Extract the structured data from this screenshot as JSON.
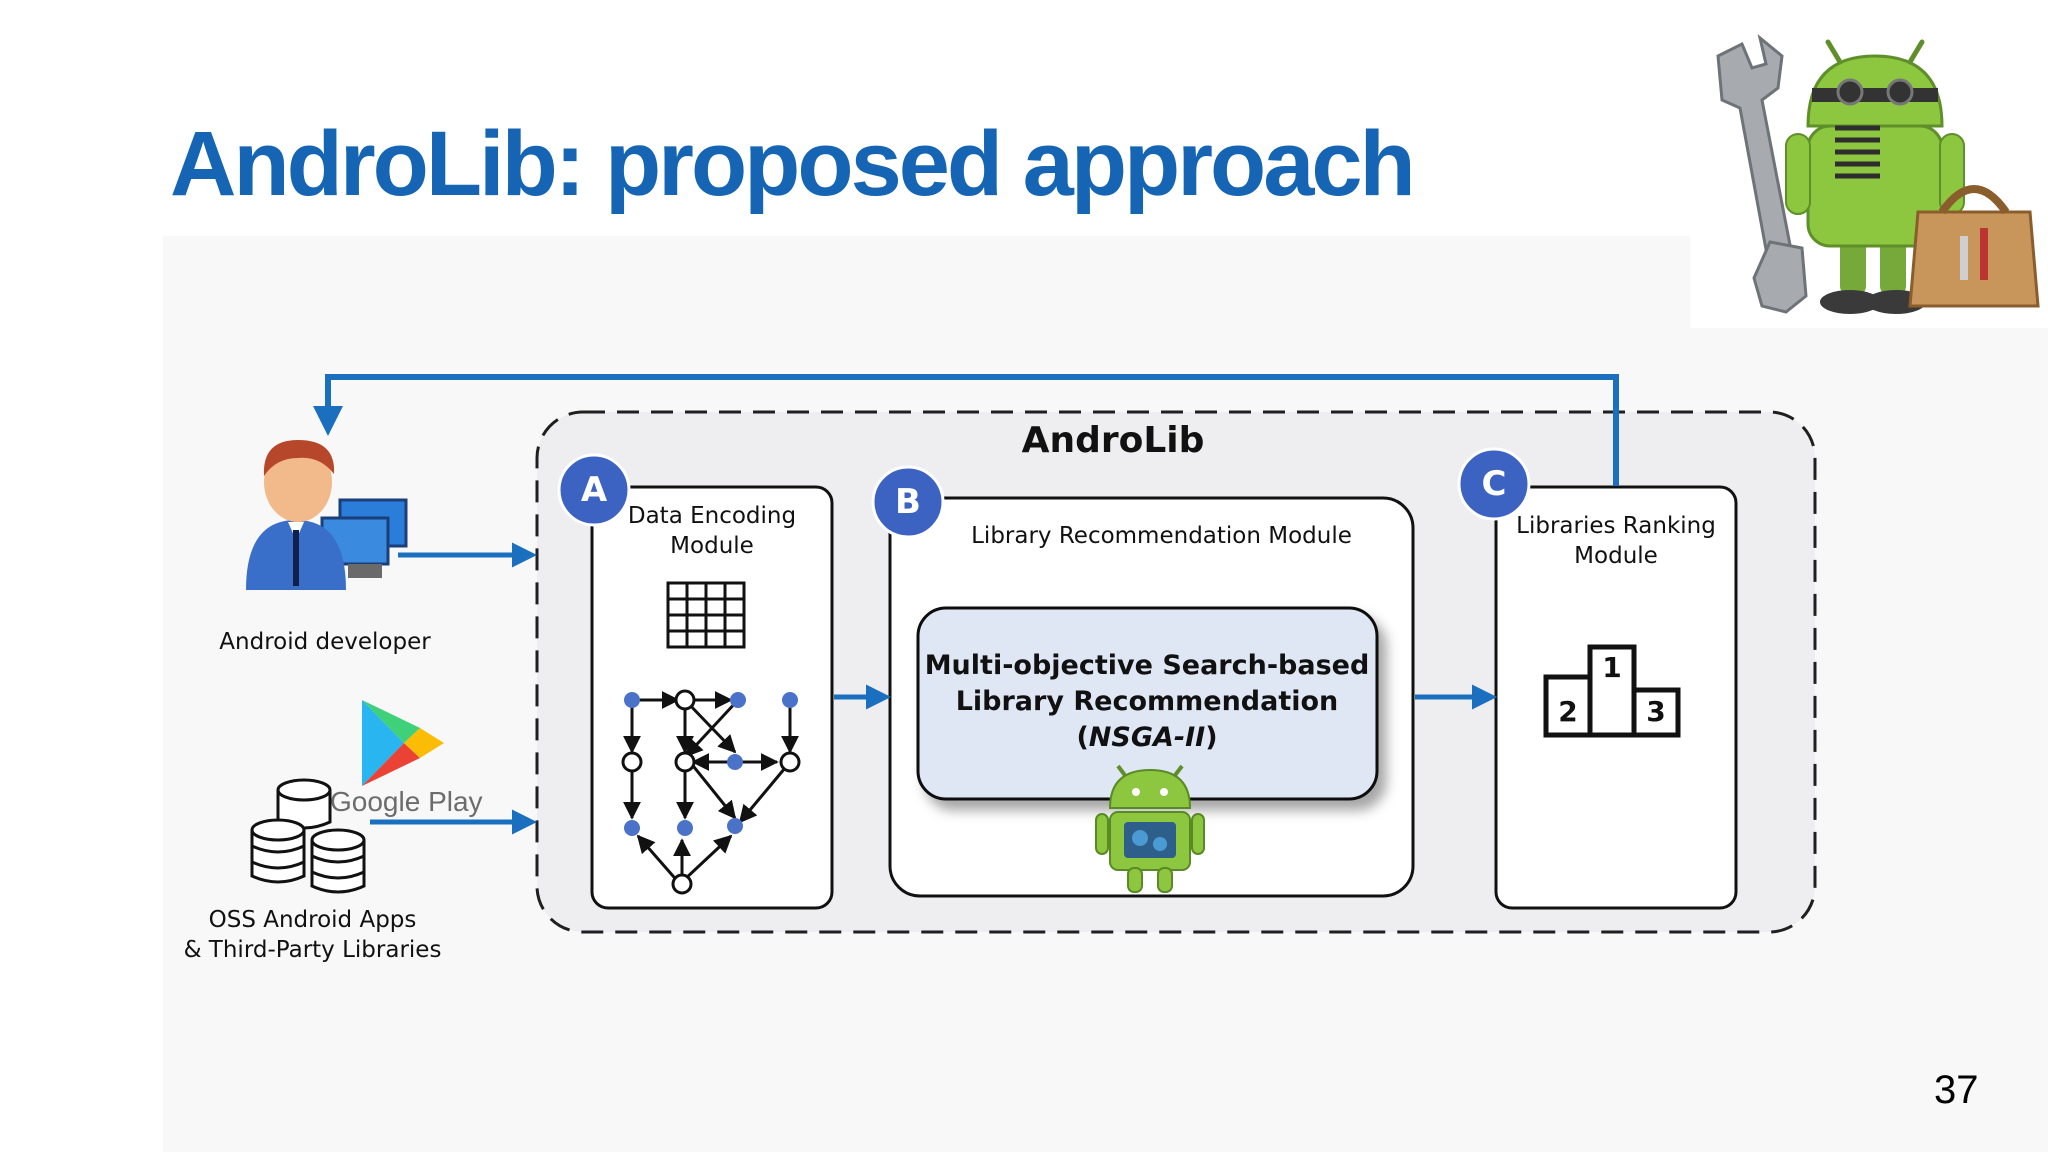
{
  "slide": {
    "title": "AndroLib: proposed approach",
    "page_number": "37"
  },
  "diagram": {
    "system_name": "AndroLib",
    "actors": {
      "developer_label": "Android developer",
      "sources_label_line1": "OSS Android Apps",
      "sources_label_line2": "& Third-Party Libraries",
      "store_label": "Google Play"
    },
    "modules": [
      {
        "badge": "A",
        "line1": "Data Encoding",
        "line2": "Module"
      },
      {
        "badge": "B",
        "line1": "Library Recommendation Module",
        "line2": ""
      },
      {
        "badge": "C",
        "line1": "Libraries Ranking",
        "line2": "Module"
      }
    ],
    "algorithm": {
      "line1": "Multi-objective Search-based",
      "line2": "Library Recommendation",
      "line3_open": "(",
      "line3_name": "NSGA-II",
      "line3_close": ")"
    },
    "podium": {
      "first": "1",
      "second": "2",
      "third": "3"
    },
    "colors": {
      "title": "#1565b4",
      "arrows": "#1a6fbf",
      "badge": "#3c63c2",
      "algorithm_box": "#dfe7f4",
      "android_green": "#8dc63f",
      "graph_node_filled": "#4a72c8"
    },
    "icons": [
      "developer-icon",
      "google-play-icon",
      "database-icon",
      "grid-icon",
      "graph-icon",
      "podium-icon",
      "android-robot-icon",
      "android-mechanic-icon"
    ]
  }
}
